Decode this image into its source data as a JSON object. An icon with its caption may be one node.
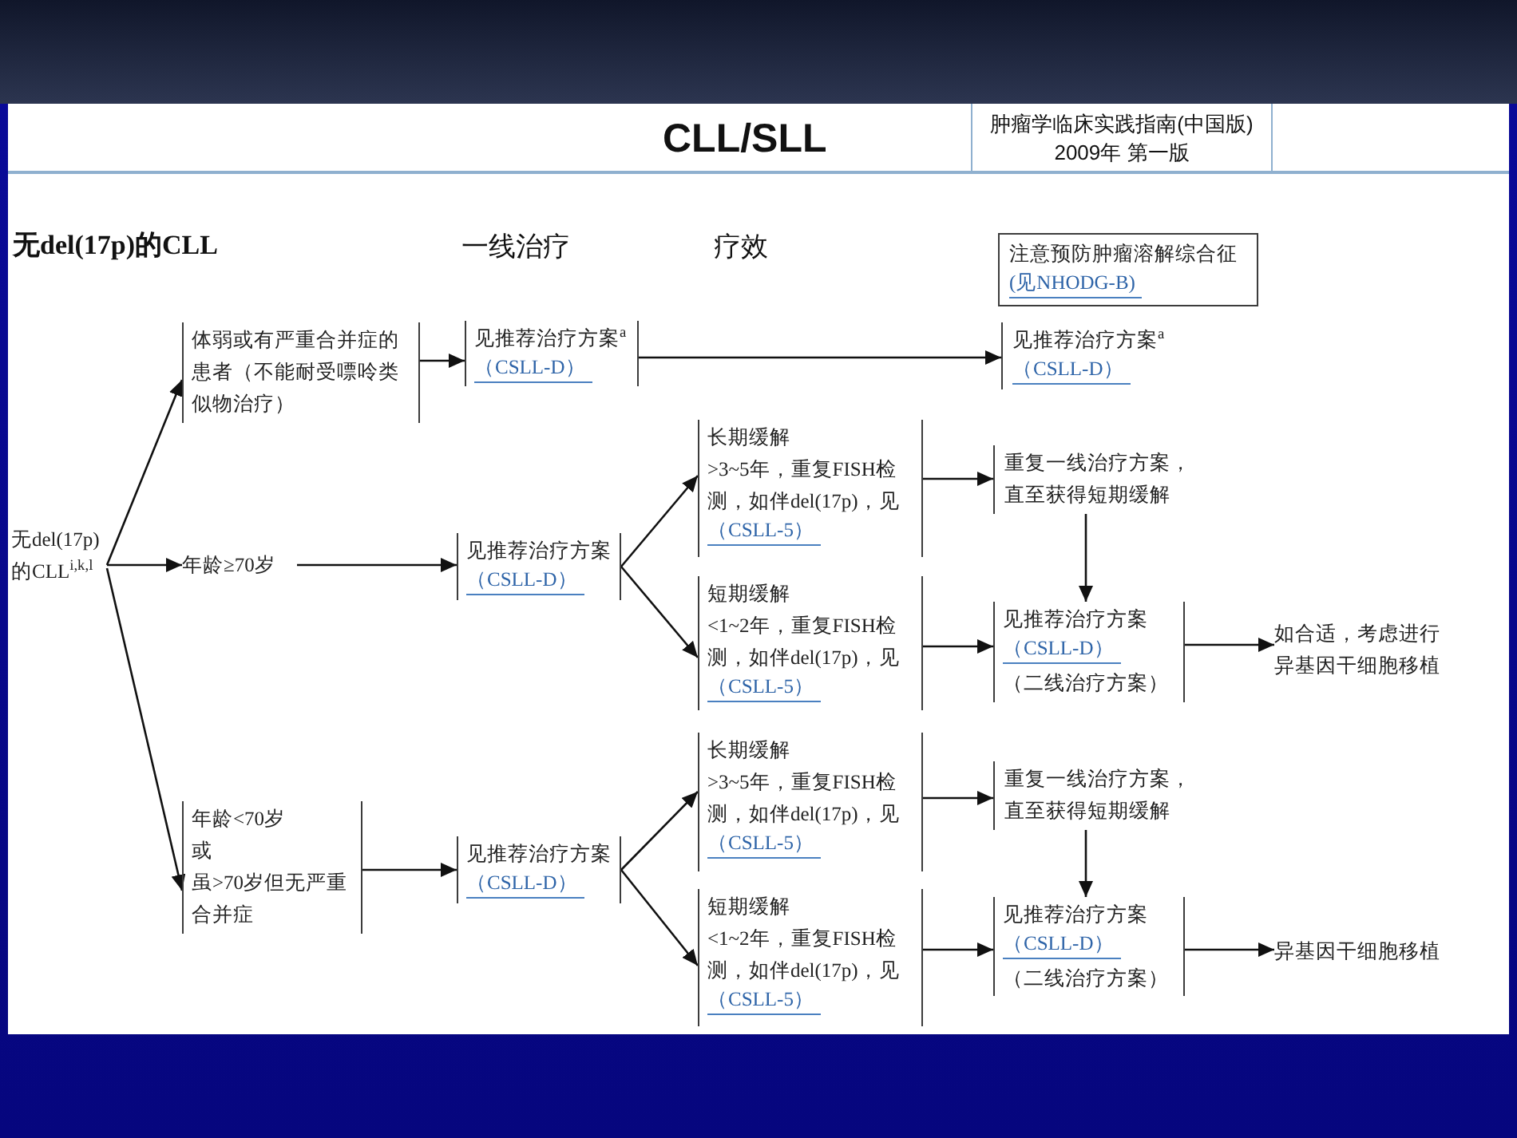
{
  "diagram": {
    "title": "CLL/SLL",
    "nodes": [
      {
        "text": [
          "肿瘤学临床实践指南(中国版)",
          "2009年 第一版"
        ]
      },
      {
        "text": [
          "注意预防肿瘤溶解综合征",
          "(见NHODG-B)"
        ]
      },
      {
        "text": [
          "无del(17p)的CLL$^{i,k,l}$"
        ]
      },
      {
        "text": [
          "体弱或有严重合并症的患者（不能耐受嘌呤类似物治疗）"
        ]
      },
      {
        "text": [
          "见推荐治疗方案$^{a}$",
          "（CSLL-D）"
        ]
      },
      {
        "text": [
          "见推荐治疗方案$^{a}$",
          "（CSLL-D）"
        ]
      },
      {
        "text": [
          "年龄≥70岁"
        ]
      },
      {
        "text": [
          "见推荐治疗方案",
          "（CSLL-D）"
        ]
      },
      {
        "text": [
          "长期缓解",
          ">3~5年，重复FISH检测，如伴del(17p)，见",
          "（CSLL-5）"
        ]
      },
      {
        "text": [
          "短期缓解",
          "<1~2年，重复FISH检测，如伴del(17p)，见",
          "（CSLL-5）"
        ]
      },
      {
        "text": [
          "重复一线治疗方案，直至获得短期缓解"
        ]
      },
      {
        "text": [
          "见推荐治疗方案",
          "（CSLL-D）",
          "（二线治疗方案）"
        ]
      },
      {
        "text": [
          "如合适，考虑进行异基因干细胞移植"
        ]
      },
      {
        "text": [
          "年龄<70岁",
          "或",
          "虽>70岁但无严重合并症"
        ]
      },
      {
        "text": [
          "见推荐治疗方案",
          "（CSLL-D）"
        ]
      },
      {
        "text": [
          "长期缓解",
          ">3~5年，重复FISH检测，如伴del(17p)，见",
          "（CSLL-5）"
        ]
      },
      {
        "text": [
          "短期缓解",
          "<1~2年，重复FISH检测，如伴del(17p)，见",
          "（CSLL-5）"
        ]
      },
      {
        "text": [
          "重复一线治疗方案，直至获得短期缓解"
        ]
      },
      {
        "text": [
          "见推荐治疗方案",
          "（CSLL-D）",
          "（二线治疗方案）"
        ]
      },
      {
        "text": [
          "异基因干细胞移植"
        ]
      }
    ],
    "edges": [
      {
        "from": 2,
        "to": 3,
        "arrow": "to"
      },
      {
        "from": 2,
        "to": 6,
        "arrow": "to"
      },
      {
        "from": 2,
        "to": 13,
        "arrow": "to"
      },
      {
        "from": 3,
        "to": 4,
        "arrow": "to"
      },
      {
        "from": 4,
        "to": 5,
        "arrow": "to"
      },
      {
        "from": 6,
        "to": 7,
        "arrow": "to"
      },
      {
        "from": 7,
        "to": 8,
        "arrow": "to"
      },
      {
        "from": 7,
        "to": 9,
        "arrow": "to"
      },
      {
        "from": 8,
        "to": 10,
        "arrow": "to"
      },
      {
        "from": 10,
        "to": 11,
        "arrow": "to"
      },
      {
        "from": 9,
        "to": 11,
        "arrow": "to"
      },
      {
        "from": 11,
        "to": 12,
        "arrow": "to"
      },
      {
        "from": 13,
        "to": 14,
        "arrow": "to"
      },
      {
        "from": 14,
        "to": 15,
        "arrow": "to"
      },
      {
        "from": 14,
        "to": 16,
        "arrow": "to"
      },
      {
        "from": 15,
        "to": 17,
        "arrow": "to"
      },
      {
        "from": 17,
        "to": 18,
        "arrow": "to"
      },
      {
        "from": 16,
        "to": 18,
        "arrow": "to"
      },
      {
        "from": 18,
        "to": 19,
        "arrow": "to"
      }
    ],
    "labels": [
      "无del(17p)的CLL",
      "一线治疗",
      "疗效"
    ]
  }
}
